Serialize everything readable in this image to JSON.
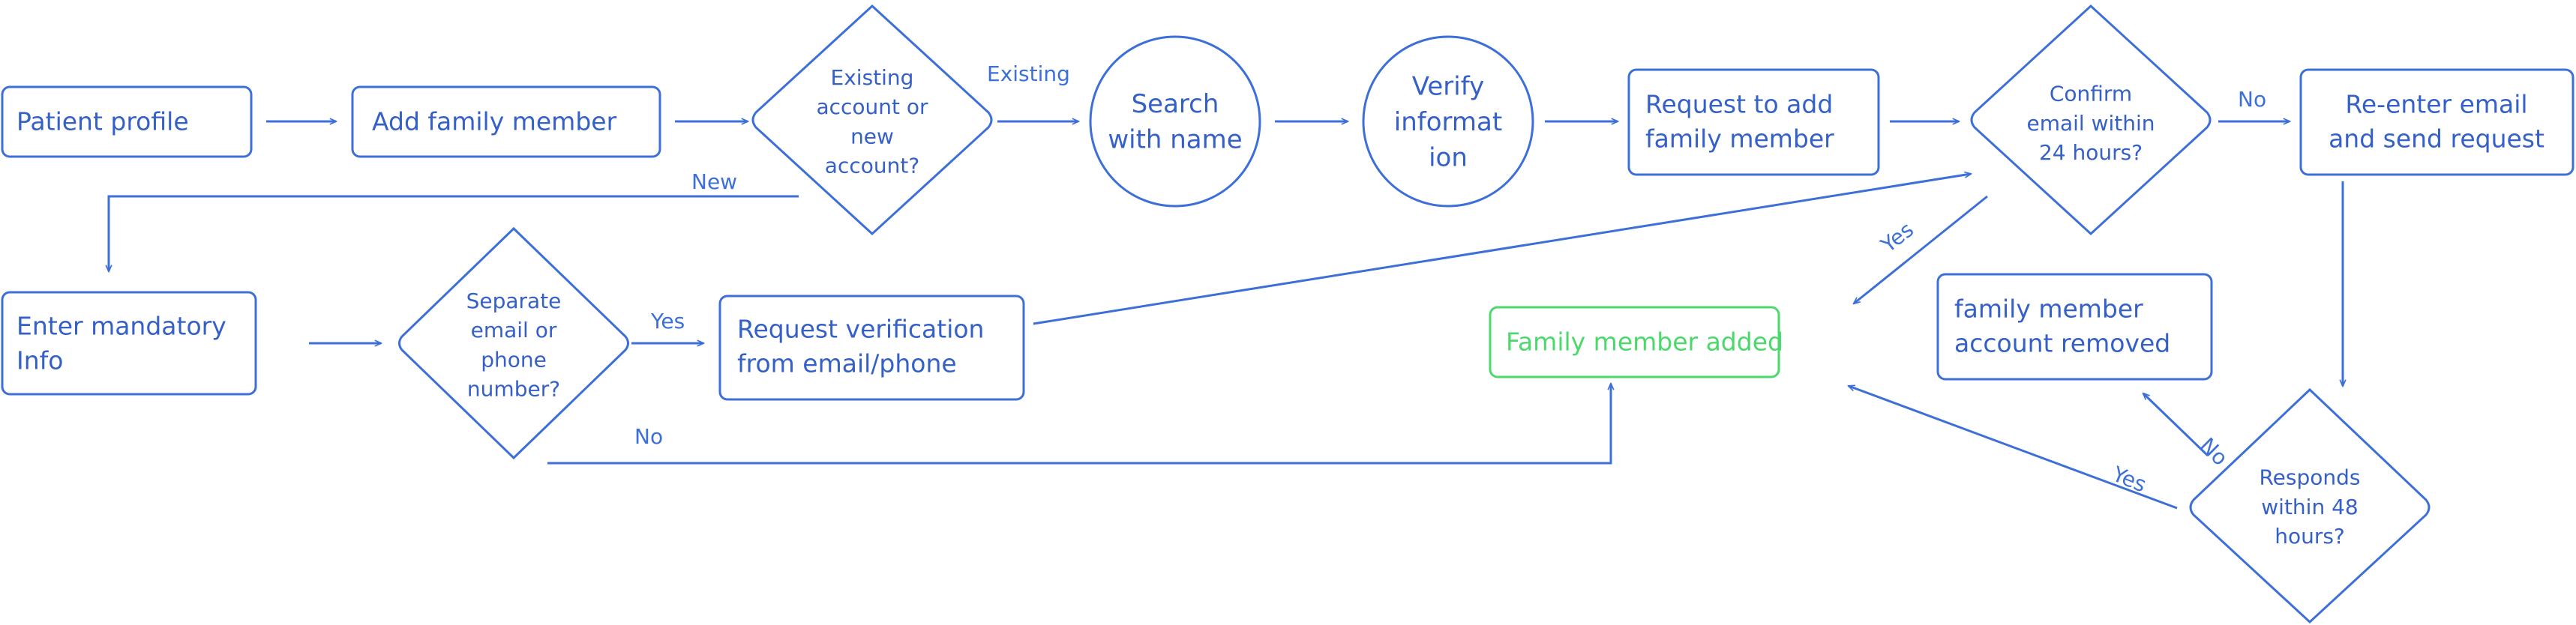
{
  "diagram": {
    "colors": {
      "stroke": "#3d6fd8",
      "text": "#3560c8",
      "success": "#4cd96b",
      "background": "#ffffff"
    },
    "nodes": {
      "patient_profile": {
        "lines": [
          "Patient profile"
        ]
      },
      "add_family_member": {
        "lines": [
          "Add family member"
        ]
      },
      "existing_or_new": {
        "lines": [
          "Existing",
          "account or",
          "new",
          "account?"
        ]
      },
      "search_with_name": {
        "lines": [
          "Search",
          "with name"
        ]
      },
      "verify_information": {
        "lines": [
          "Verify",
          "informat",
          "ion"
        ]
      },
      "request_to_add": {
        "lines": [
          "Request to add",
          "family member"
        ]
      },
      "confirm_email_24h": {
        "lines": [
          "Confirm",
          "email within",
          "24 hours?"
        ]
      },
      "reenter_email": {
        "lines": [
          "Re-enter email",
          "and send request"
        ]
      },
      "enter_mandatory_info": {
        "lines": [
          "Enter mandatory",
          "Info"
        ]
      },
      "separate_email_phone": {
        "lines": [
          "Separate",
          "email or",
          "phone",
          "number?"
        ]
      },
      "request_verification": {
        "lines": [
          "Request verification",
          "from email/phone"
        ]
      },
      "family_member_added": {
        "lines": [
          "Family member added"
        ]
      },
      "account_removed": {
        "lines": [
          "family member",
          "account removed"
        ]
      },
      "responds_48h": {
        "lines": [
          "Responds",
          "within 48",
          "hours?"
        ]
      }
    },
    "edge_labels": {
      "existing": "Existing",
      "new": "New",
      "no_confirm": "No",
      "yes_confirm": "Yes",
      "yes_separate": "Yes",
      "no_separate": "No",
      "no_responds": "No",
      "yes_responds": "Yes"
    }
  }
}
